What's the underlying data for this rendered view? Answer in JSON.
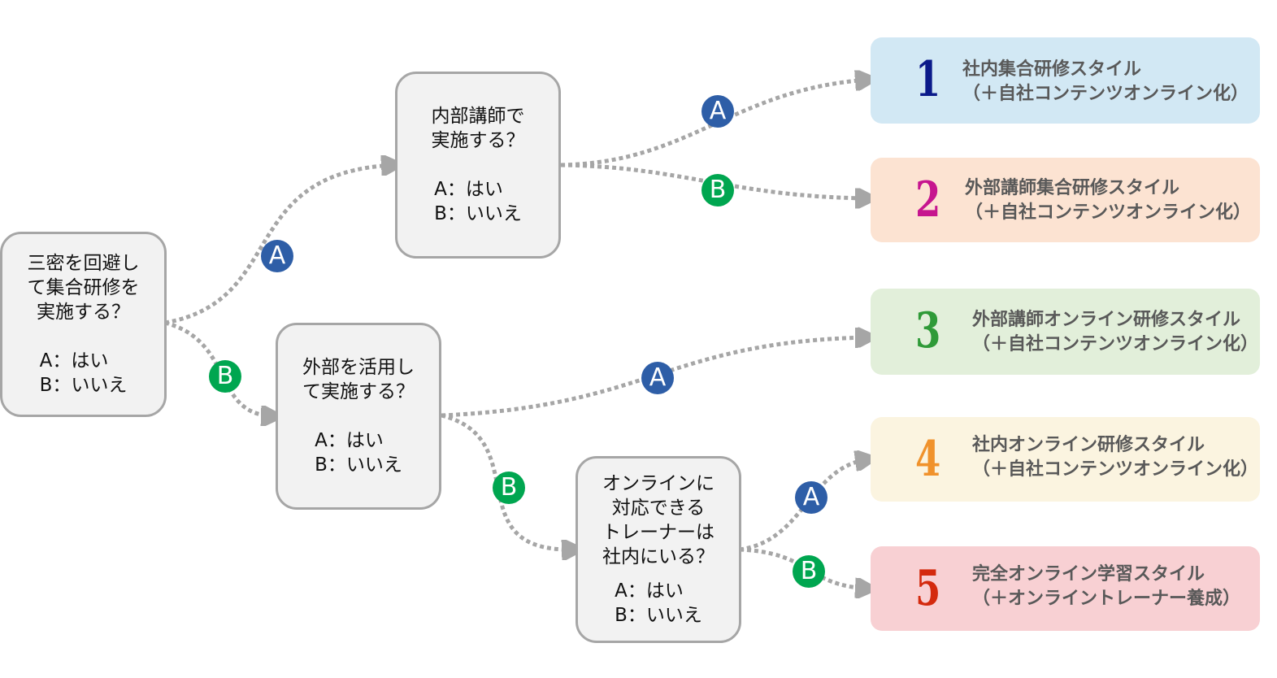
{
  "questions": [
    {
      "id": "q1",
      "question": "三密を回避し\nて集合研修を\n実施する？",
      "option_a": "A：はい",
      "option_b": "B：いいえ"
    },
    {
      "id": "q2",
      "question": "内部講師で\n実施する？",
      "option_a": "A：はい",
      "option_b": "B：いいえ"
    },
    {
      "id": "q3",
      "question": "外部を活用し\nて実施する？",
      "option_a": "A：はい",
      "option_b": "B：いいえ"
    },
    {
      "id": "q4",
      "question": "オンラインに\n対応できる\nトレーナーは\n社内にいる？",
      "option_a": "A：はい",
      "option_b": "B：いいえ"
    }
  ],
  "results": [
    {
      "number": "1",
      "title": "社内集合研修スタイル",
      "subtitle": "（＋自社コンテンツオンライン化）",
      "bg_color": "#d2e8f4",
      "num_color": "#0b1a8a"
    },
    {
      "number": "2",
      "title": "外部講師集合研修スタイル",
      "subtitle": "（＋自社コンテンツオンライン化）",
      "bg_color": "#fce3d2",
      "num_color": "#c6158f"
    },
    {
      "number": "3",
      "title": "外部講師オンライン研修スタイル",
      "subtitle": "（＋自社コンテンツオンライン化）",
      "bg_color": "#e2efda",
      "num_color": "#2f9a38"
    },
    {
      "number": "4",
      "title": "社内オンライン研修スタイル",
      "subtitle": "（＋自社コンテンツオンライン化）",
      "bg_color": "#fbf4e0",
      "num_color": "#f0922c"
    },
    {
      "number": "5",
      "title": "完全オンライン学習スタイル",
      "subtitle": "（＋オンライントレーナー養成）",
      "bg_color": "#f8d0d3",
      "num_color": "#d42a0e"
    }
  ],
  "badges": {
    "a_label": "A",
    "b_label": "B",
    "a_color": "#2e5ea7",
    "b_color": "#00a650"
  },
  "connector_color": "#a6a6a6"
}
